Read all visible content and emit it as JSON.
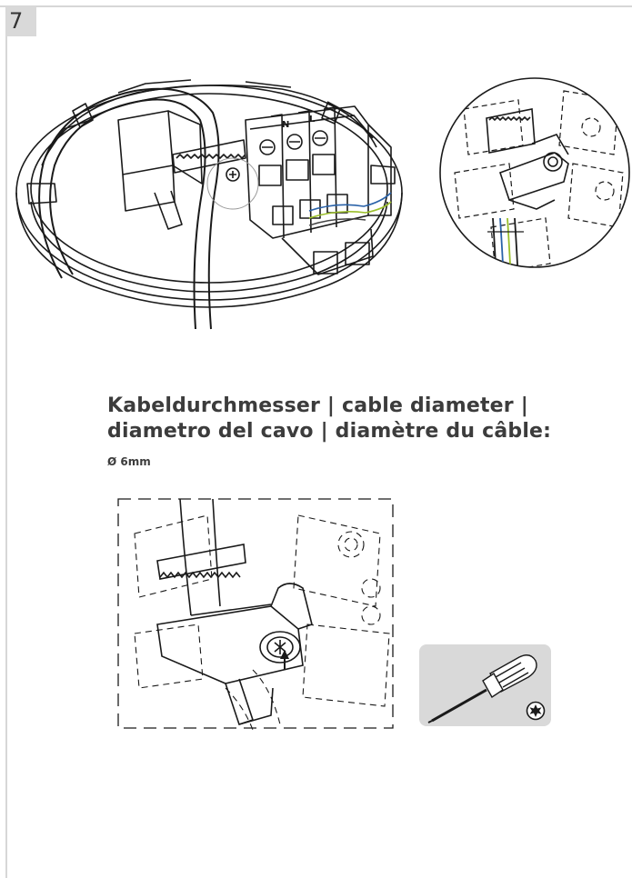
{
  "step": {
    "number": "7"
  },
  "section": {
    "heading": "Kabeldurchmesser | cable diameter | diametro del cavo | diamètre du câble:",
    "value": "Ø 6mm"
  },
  "figures": {
    "main_illustration": "ceiling-mount-base-with-terminal-block-icon",
    "detail_circle": "cable-clamp-detail-icon",
    "clamp_closeup": "cable-clamp-screw-icon",
    "tool": "screwdriver-icon",
    "tool_tip": "torx-star-icon"
  },
  "colors": {
    "badge_bg": "#d9d9d9",
    "card_bg": "#d9d9d9",
    "text": "#3c3c3c",
    "wire_blue": "#2a62a8",
    "wire_green": "#9bbf2a"
  }
}
